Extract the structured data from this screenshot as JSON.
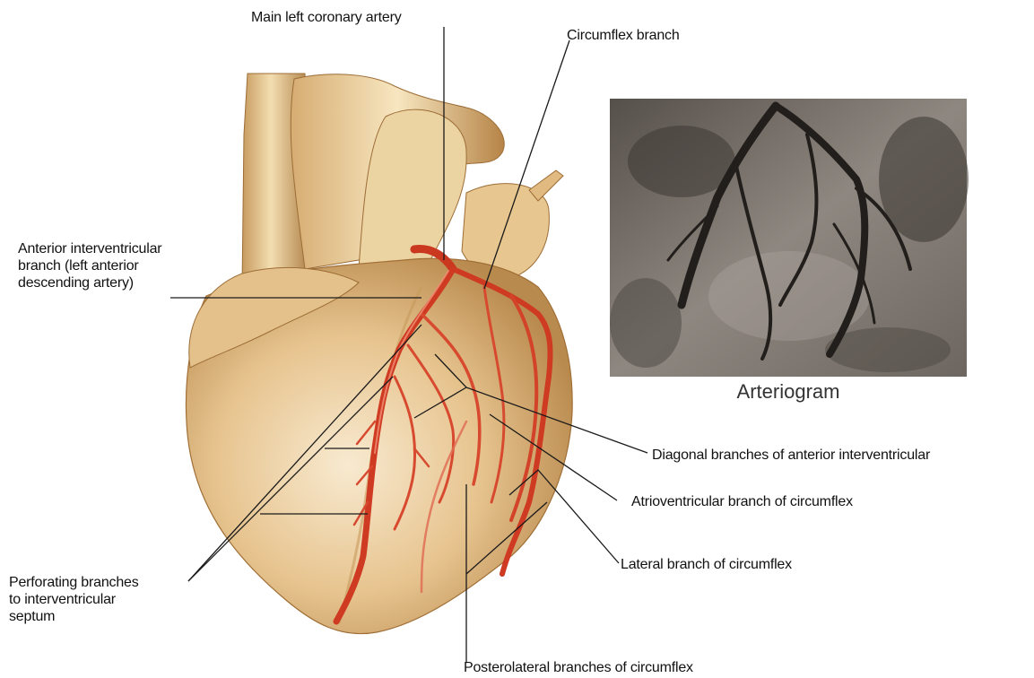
{
  "labels": {
    "main_left_coronary": "Main left coronary artery",
    "circumflex_branch": "Circumflex branch",
    "anterior_interventricular": "Anterior interventricular\nbranch (left anterior\ndescending artery)",
    "diagonal_branches": "Diagonal branches of anterior interventricular",
    "atrioventricular_branch": "Atrioventricular branch of circumflex",
    "lateral_branch": "Lateral branch of circumflex",
    "perforating_branches": "Perforating branches\nto interventricular\nseptum",
    "posterolateral_branches": "Posterolateral branches of circumflex"
  },
  "arteriogram": {
    "caption": "Arteriogram"
  },
  "colors": {
    "heart_light": "#f3dcab",
    "heart_mid": "#dcb071",
    "heart_dark": "#a6763d",
    "artery": "#d2402a",
    "artery_highlight": "#f08a6c",
    "leader_line": "#1a1a1a",
    "xray_dark": "#2e2a26",
    "xray_light": "#9a928a"
  }
}
